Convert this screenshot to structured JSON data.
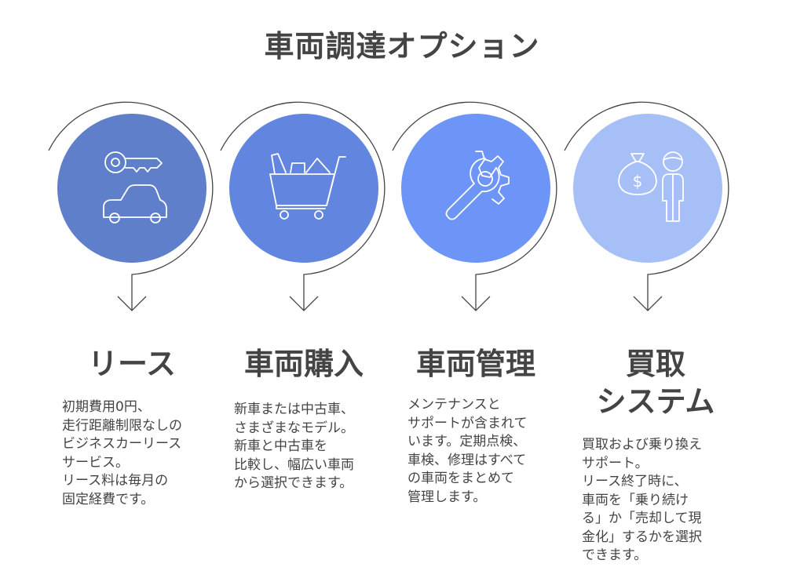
{
  "page": {
    "title": "車両調達オプション"
  },
  "colors": {
    "step1": "#5f7fcb",
    "step2": "#6286df",
    "step3": "#6d94f7",
    "step4": "#a6bff7",
    "outline": "#444444",
    "icon": "#ffffff"
  },
  "steps": [
    {
      "title_lines": [
        "リース"
      ],
      "icon": "key-and-car-icon",
      "desc_lines": [
        "初期費用0円、",
        "走行距離制限なしの",
        "ビジネスカーリース",
        "サービス。",
        "リース料は毎月の",
        "固定経費です。"
      ]
    },
    {
      "title_lines": [
        "車両購入"
      ],
      "icon": "shopping-cart-icon",
      "desc_lines": [
        "新車または中古車、",
        "さまざまなモデル。",
        "新車と中古車を",
        "比較し、幅広い車両",
        "から選択できます。"
      ]
    },
    {
      "title_lines": [
        "車両管理"
      ],
      "icon": "wrench-gear-icon",
      "desc_lines": [
        "メンテナンスと",
        "サポートが含まれて",
        "います。定期点検、",
        "車検、修理はすべて",
        "の車両をまとめて",
        "管理します。"
      ]
    },
    {
      "title_lines": [
        "買取",
        "システム"
      ],
      "icon": "money-bag-person-icon",
      "desc_lines": [
        "買取および乗り換え",
        "サポート。",
        "リース終了時に、",
        "車両を「乗り続け",
        "る」か「売却して現",
        "金化」するかを選択",
        "できます。"
      ]
    }
  ]
}
